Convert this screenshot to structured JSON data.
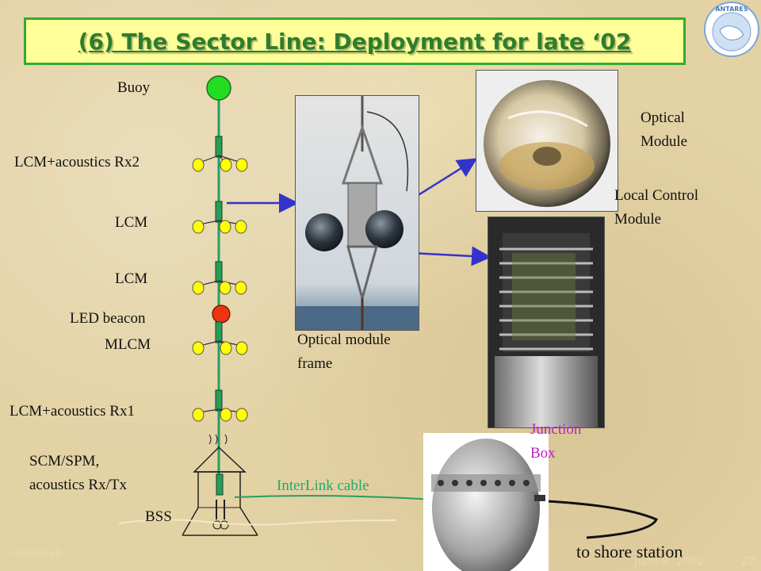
{
  "title": "(6) The Sector Line: Deployment for late ‘02",
  "logo": {
    "text": "ANTARES",
    "icon": "antares-globe-icon"
  },
  "line_labels": {
    "buoy": "Buoy",
    "lcm_acoustics_rx2": "LCM+acoustics Rx2",
    "lcm_1": "LCM",
    "lcm_2": "LCM",
    "led_beacon": "LED beacon",
    "mlcm": "MLCM",
    "lcm_acoustics_rx1": "LCM+acoustics Rx1",
    "scm_spm": "SCM/SPM,\nacoustics Rx/Tx",
    "bss": "BSS"
  },
  "photo_labels": {
    "optical_module_frame": "Optical module\nframe",
    "optical_module": "Optical\nModule",
    "local_control_module": "Local Control\nModule",
    "junction_box": "Junction\nBox",
    "interlink_cable": "InterLink cable",
    "to_shore_station": "to shore station"
  },
  "footer": {
    "author": "Hallewell",
    "date": "June 9, 2002",
    "page": "22"
  },
  "colors": {
    "title_bg": "#ffff99",
    "title_border": "#33aa33",
    "title_text": "#2e7d2e",
    "line_green": "#22a060",
    "buoy_green": "#22dd22",
    "beacon_red": "#ee3311",
    "om_yellow": "#ffff00",
    "arrow_blue": "#3333cc",
    "junction_magenta": "#c020c0",
    "interlink_teal": "#20aa70"
  }
}
